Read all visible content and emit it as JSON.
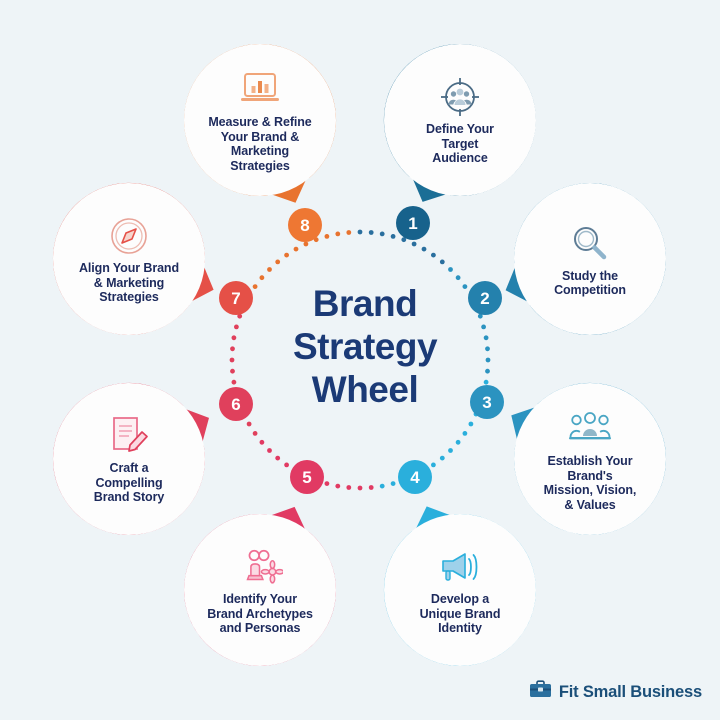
{
  "background_color": "#eef4f7",
  "center": {
    "title": "Brand\nStrategy\nWheel",
    "title_color": "#1b3a76"
  },
  "footer": {
    "brand": "Fit Small Business",
    "icon": "briefcase-icon",
    "color": "#1b4f79"
  },
  "nodes": [
    {
      "number": "1",
      "label": "Define Your\nTarget\nAudience",
      "icon": "target-audience-icon",
      "ring_color": "#1b6e96",
      "badge_color": "#17628c"
    },
    {
      "number": "2",
      "label": "Study the\nCompetition",
      "icon": "magnifying-glass-icon",
      "ring_color": "#2481ad",
      "badge_color": "#2481ad"
    },
    {
      "number": "3",
      "label": "Establish Your\nBrand's\nMission, Vision,\n& Values",
      "icon": "team-meeting-icon",
      "ring_color": "#2b93c0",
      "badge_color": "#2b93c0"
    },
    {
      "number": "4",
      "label": "Develop a\nUnique Brand\nIdentity",
      "icon": "megaphone-icon",
      "ring_color": "#2aafdc",
      "badge_color": "#2aafdc"
    },
    {
      "number": "5",
      "label": "Identify Your\nBrand Archetypes\nand Personas",
      "icon": "archetype-persona-icon",
      "ring_color": "#e13a63",
      "badge_color": "#e13a63"
    },
    {
      "number": "6",
      "label": "Craft a\nCompelling\nBrand Story",
      "icon": "document-pen-icon",
      "ring_color": "#e0405c",
      "badge_color": "#e0405c"
    },
    {
      "number": "7",
      "label": "Align Your Brand\n& Marketing\nStrategies",
      "icon": "compass-icon",
      "ring_color": "#e55047",
      "badge_color": "#e55047"
    },
    {
      "number": "8",
      "label": "Measure & Refine\nYour Brand &\nMarketing\nStrategies",
      "icon": "bar-chart-laptop-icon",
      "ring_color": "#e8732f",
      "badge_color": "#ee7733"
    }
  ],
  "dotted_track": {
    "description": "dotted circular connector path linking the eight numbered badges"
  }
}
